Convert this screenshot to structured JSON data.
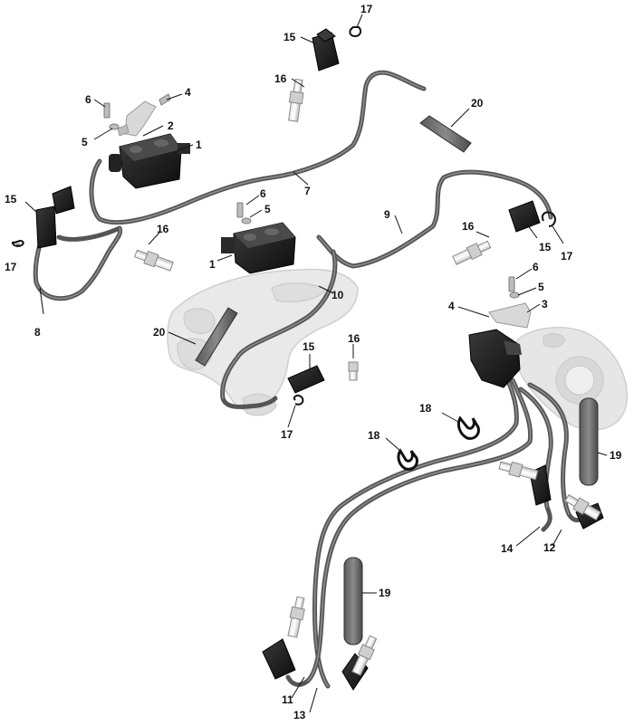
{
  "diagram": {
    "callouts": [
      {
        "id": "c17a",
        "text": "17"
      },
      {
        "id": "c15a",
        "text": "15"
      },
      {
        "id": "c16a",
        "text": "16"
      },
      {
        "id": "c20a",
        "text": "20"
      },
      {
        "id": "c6a",
        "text": "6"
      },
      {
        "id": "c4a",
        "text": "4"
      },
      {
        "id": "c2",
        "text": "2"
      },
      {
        "id": "c5a",
        "text": "5"
      },
      {
        "id": "c1a",
        "text": "1"
      },
      {
        "id": "c7",
        "text": "7"
      },
      {
        "id": "c15b",
        "text": "15"
      },
      {
        "id": "c6b",
        "text": "6"
      },
      {
        "id": "c5b",
        "text": "5"
      },
      {
        "id": "c9",
        "text": "9"
      },
      {
        "id": "c16b",
        "text": "16"
      },
      {
        "id": "c17b",
        "text": "17"
      },
      {
        "id": "c8",
        "text": "8"
      },
      {
        "id": "c1b",
        "text": "1"
      },
      {
        "id": "c16c",
        "text": "16"
      },
      {
        "id": "c15c",
        "text": "15"
      },
      {
        "id": "c17c",
        "text": "17"
      },
      {
        "id": "c6c",
        "text": "6"
      },
      {
        "id": "c5c",
        "text": "5"
      },
      {
        "id": "c10",
        "text": "10"
      },
      {
        "id": "c4b",
        "text": "4"
      },
      {
        "id": "c3",
        "text": "3"
      },
      {
        "id": "c20b",
        "text": "20"
      },
      {
        "id": "c15d",
        "text": "15"
      },
      {
        "id": "c16d",
        "text": "16"
      },
      {
        "id": "c17d",
        "text": "17"
      },
      {
        "id": "c18a",
        "text": "18"
      },
      {
        "id": "c18b",
        "text": "18"
      },
      {
        "id": "c19a",
        "text": "19"
      },
      {
        "id": "c14",
        "text": "14"
      },
      {
        "id": "c12",
        "text": "12"
      },
      {
        "id": "c19b",
        "text": "19"
      },
      {
        "id": "c11",
        "text": "11"
      },
      {
        "id": "c13",
        "text": "13"
      }
    ]
  }
}
